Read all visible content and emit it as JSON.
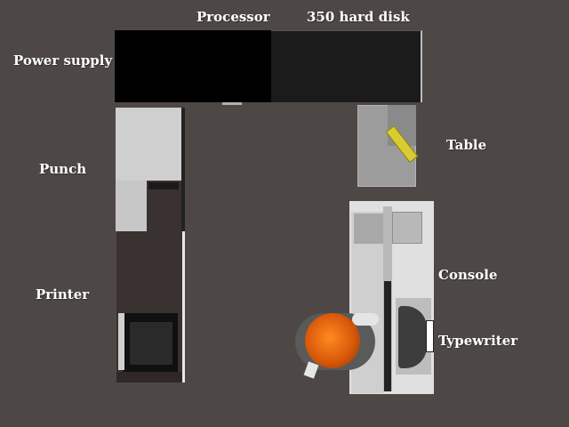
{
  "labels": {
    "processor": "Processor",
    "disk": "350 hard disk",
    "power_supply": "Power supply",
    "punch": "Punch",
    "printer": "Printer",
    "table": "Table",
    "console": "Console",
    "typewriter": "Typewriter"
  },
  "colors": {
    "background": "#4d4845",
    "label_text": "#ffffff",
    "processor": "#000000",
    "disk": "#1b1b1b",
    "punch": "#cfcfcf",
    "printer": "#3a3230",
    "table_object": "#d9cc33",
    "console": "#e0e0e0",
    "operator_hair": "#ff8a20"
  }
}
